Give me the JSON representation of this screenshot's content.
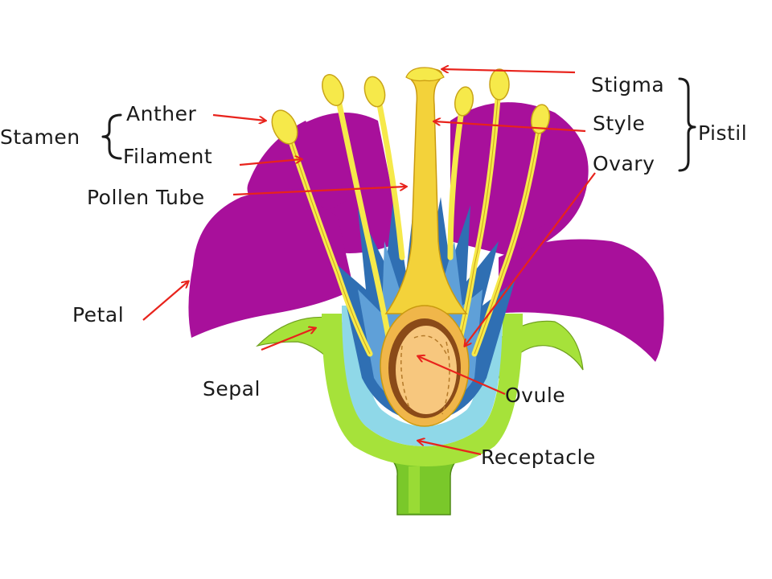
{
  "labels": {
    "stamen": "Stamen",
    "anther": "Anther",
    "filament": "Filament",
    "pollen_tube": "Pollen Tube",
    "petal": "Petal",
    "sepal": "Sepal",
    "stigma": "Stigma",
    "style": "Style",
    "ovary": "Ovary",
    "pistil": "Pistil",
    "ovule": "Ovule",
    "receptacle": "Receptacle"
  },
  "colors": {
    "petal": "#a8109b",
    "petal_dark": "#7a0a72",
    "inner_blue": "#2f6fb3",
    "inner_cyan": "#8fd8e8",
    "sepal_green": "#a6e23a",
    "stem_green": "#7ac82a",
    "filament_yellow": "#f6e94a",
    "pistil_yellow": "#f3d23a",
    "ovary_orange": "#f0b64a",
    "ovule_fill": "#f7c77e",
    "ovule_ring": "#8a4a18",
    "arrow_red": "#e8231c",
    "text": "#1a1a1a"
  }
}
